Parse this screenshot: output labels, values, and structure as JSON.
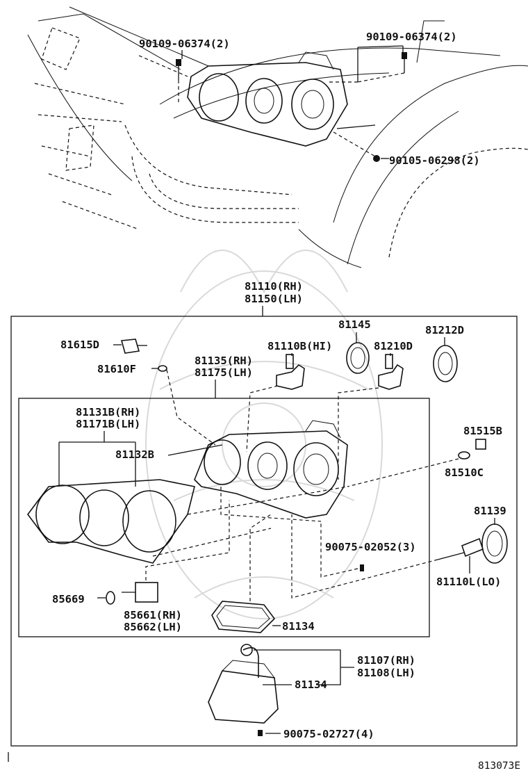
{
  "diagram_code": "813073E",
  "car_labels": {
    "bolt_upper_left": "90109-06374(2)",
    "bolt_upper_right": "90109-06374(2)",
    "bolt_lower_right": "90105-06298(2)"
  },
  "assembly": {
    "rh": "81110(RH)",
    "lh": "81150(LH)"
  },
  "parts": {
    "p81615d": "81615D",
    "p81610f": "81610F",
    "p81135": "81135(RH)",
    "p81175": "81175(LH)",
    "p81110b": "81110B(HI)",
    "p81145": "81145",
    "p81212d": "81212D",
    "p81210d": "81210D",
    "p81131b": "81131B(RH)",
    "p81171b": "81171B(LH)",
    "p81132b": "81132B",
    "p81515b": "81515B",
    "p81510c": "81510C",
    "p81139": "81139",
    "p90075_02052": "90075-02052(3)",
    "p81110l": "81110L(LO)",
    "p85669": "85669",
    "p85661": "85661(RH)",
    "p85662": "85662(LH)",
    "p81134_gasket": "81134",
    "p81107": "81107(RH)",
    "p81108": "81108(LH)",
    "p81134_ballast": "81134",
    "p90075_02727": "90075-02727(4)"
  }
}
